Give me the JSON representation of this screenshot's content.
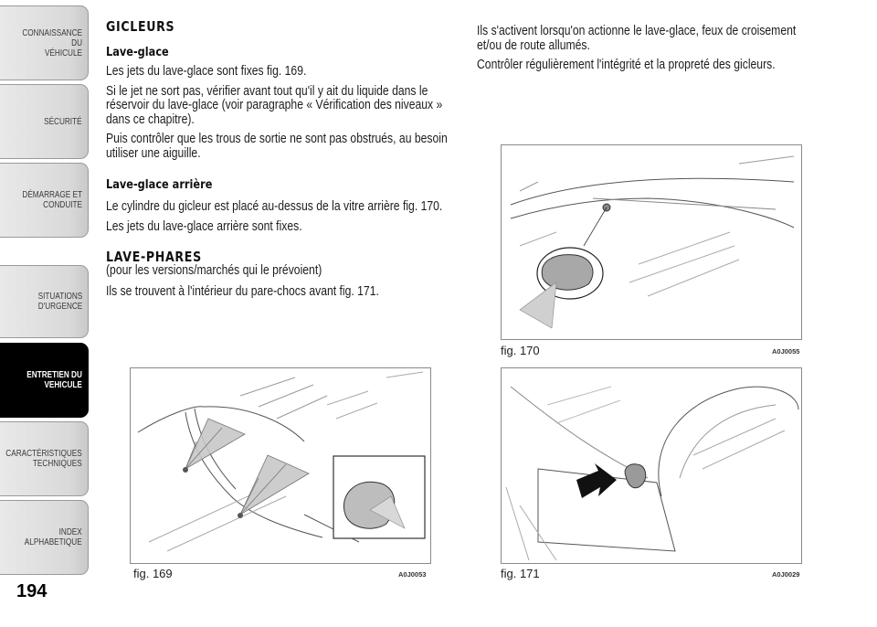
{
  "nav": {
    "tabs": [
      {
        "label": "CONNAISSANCE DU\nVÉHICULE",
        "active": false
      },
      {
        "label": "SÉCURITÉ",
        "active": false
      },
      {
        "label": "DÉMARRAGE ET\nCONDUITE",
        "active": false
      },
      {
        "label": "SITUATIONS\nD'URGENCE",
        "active": false
      },
      {
        "label": "ENTRETIEN DU\nVEHICULE",
        "active": true
      },
      {
        "label": "CARACTÉRISTIQUES\nTECHNIQUES",
        "active": false
      },
      {
        "label": "INDEX\nALPHABETIQUE",
        "active": false
      }
    ],
    "page_number": "194"
  },
  "left_column": {
    "section1_title": "GICLEURS",
    "sub1_title": "Lave-glace",
    "sub1_p1": "Les jets du lave-glace sont fixes fig. 169.",
    "sub1_p2": "Si le jet ne sort pas, vérifier avant tout qu'il y ait du liquide dans le réservoir du lave-glace (voir paragraphe « Vérification des niveaux » dans ce chapitre).",
    "sub1_p3": "Puis contrôler que les trous de sortie ne sont pas obstrués, au besoin utiliser une aiguille.",
    "sub2_title": "Lave-glace arrière",
    "sub2_p1": "Le cylindre du gicleur est placé au-dessus de la vitre arrière fig. 170.",
    "sub2_p2": "Les jets du lave-glace arrière sont fixes.",
    "section2_title": "LAVE-PHARES",
    "section2_note": "(pour les versions/marchés qui le prévoient)",
    "section2_p1": "Ils se trouvent à l'intérieur du pare-chocs avant fig. 171."
  },
  "right_column": {
    "p1": "Ils s'activent lorsqu'on actionne le lave-glace, feux de croisement et/ou de route allumés.",
    "p2": "Contrôler régulièrement l'intégrité et la propreté des gicleurs."
  },
  "figures": {
    "fig169": {
      "caption": "fig. 169",
      "code": "A0J0053"
    },
    "fig170": {
      "caption": "fig. 170",
      "code": "A0J0055"
    },
    "fig171": {
      "caption": "fig. 171",
      "code": "A0J0029"
    }
  },
  "colors": {
    "active_tab": "#000000",
    "tab": "#dcdcdc",
    "spray": "#c8c8c8"
  }
}
